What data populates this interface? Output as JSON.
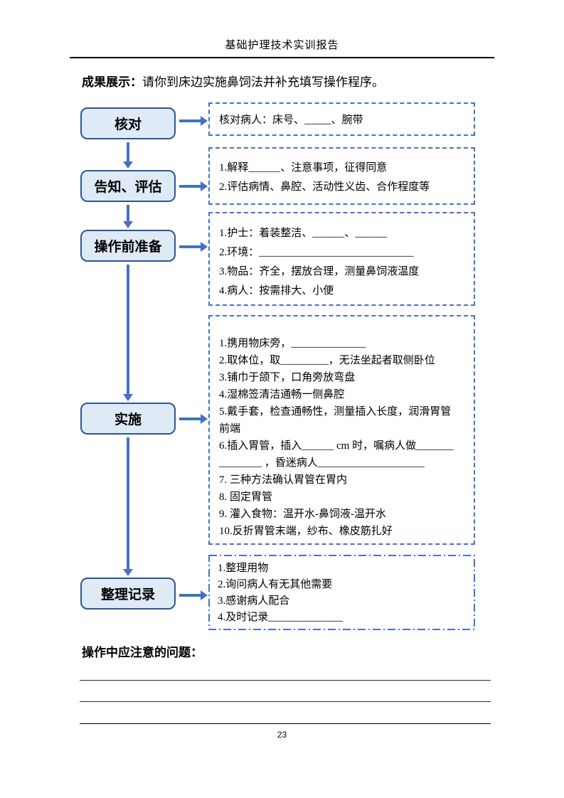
{
  "header": {
    "title": "基础护理技术实训报告"
  },
  "prompt": {
    "label": "成果展示：",
    "text": "请你到床边实施鼻饲法并补充填写操作程序。"
  },
  "flow": {
    "stages": [
      {
        "label": "核对",
        "notes": [
          "核对病人：床号、_____、腕带"
        ]
      },
      {
        "label": "告知、评估",
        "notes": [
          "1.解释______、注意事项，征得同意",
          "2.评估病情、鼻腔、活动性义齿、合作程度等"
        ]
      },
      {
        "label": "操作前准备",
        "notes": [
          "1.护士：着装整洁、______、______",
          "2.环境：_____________________________",
          "3.物品：齐全，摆放合理，测量鼻饲液温度",
          "4.病人：按需排大、小便"
        ]
      },
      {
        "label": "实施",
        "notes": [
          "1.携用物床旁，______________",
          "2.取体位，取_________，无法坐起者取侧卧位",
          "3.铺巾于颌下，口角旁放弯盘",
          "4.湿棉签清洁通畅一侧鼻腔",
          "5.戴手套，检查通畅性，测量插入长度，润滑胃管",
          "前端",
          "6.插入胃管，插入______ cm 时，嘱病人做_______",
          "________ ，昏迷病人____________________",
          "7. 三种方法确认胃管在胃内",
          "8. 固定胃管",
          "9. 灌入食物：温开水-鼻饲液-温开水",
          "10.反折胃管末端，纱布、橡皮筋扎好"
        ]
      },
      {
        "label": "整理记录",
        "notes": [
          "1.整理用物",
          "2.询问病人有无其他需要",
          "3.感谢病人配合",
          "4.及时记录______________"
        ]
      }
    ]
  },
  "questions": {
    "heading": "操作中应注意的问题："
  },
  "footer": {
    "page_number": "23"
  },
  "colors": {
    "stage_box_fill": "#DEEAF6",
    "stage_box_border": "#2E5596",
    "arrow": "#4472C4",
    "note_border": "#4472C4",
    "text": "#000000"
  }
}
